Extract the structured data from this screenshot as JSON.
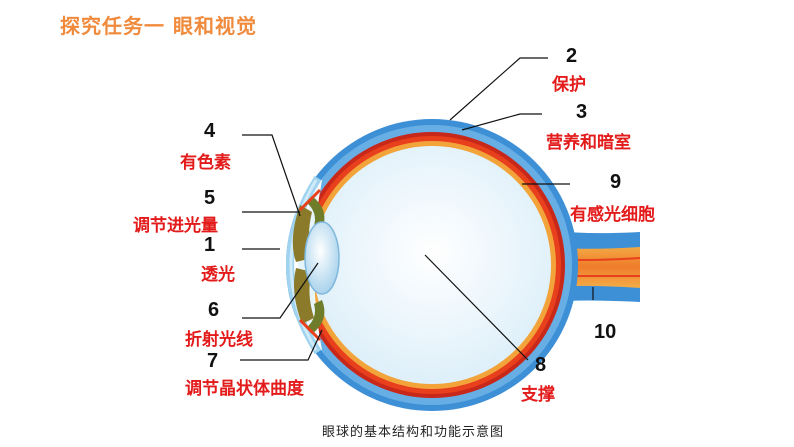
{
  "title": "探究任务一  眼和视觉",
  "caption": "眼球的基本结构和功能示意图",
  "labels": [
    {
      "num": "2",
      "text": "保护"
    },
    {
      "num": "3",
      "text": "营养和暗室"
    },
    {
      "num": "9",
      "text": "有感光细胞"
    },
    {
      "num": "10",
      "text": ""
    },
    {
      "num": "8",
      "text": "支撑"
    },
    {
      "num": "4",
      "text": "有色素"
    },
    {
      "num": "5",
      "text": "调节进光量"
    },
    {
      "num": "1",
      "text": "透光"
    },
    {
      "num": "6",
      "text": "折射光线"
    },
    {
      "num": "7",
      "text": "调节晶状体曲度"
    }
  ],
  "colors": {
    "title": "#f08a3c",
    "label": "#e31b1b",
    "sclera": "#3d8fd6",
    "choroid": "#e8401d",
    "retina": "#f2a33a",
    "vitreous": "#e9f4fb",
    "lens": "#cfe6f4",
    "iris": "#8a7a2a"
  }
}
